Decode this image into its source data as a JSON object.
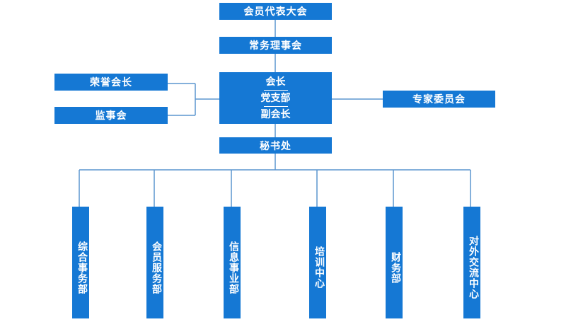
{
  "org_chart": {
    "top": "会员代表大会",
    "council": "常务理事会",
    "honorary": "荣誉会长",
    "supervisory": "监事会",
    "center_lines": [
      "会长",
      "党支部",
      "副会长"
    ],
    "experts": "专家委员会",
    "secretariat": "秘书处",
    "departments": [
      "综合事务部",
      "会员服务部",
      "信息事业部",
      "培训中心",
      "财务部",
      "对外交流中心"
    ]
  },
  "colors": {
    "box": "#1578d4",
    "line": "#5b95cf",
    "text": "#ffffff"
  }
}
